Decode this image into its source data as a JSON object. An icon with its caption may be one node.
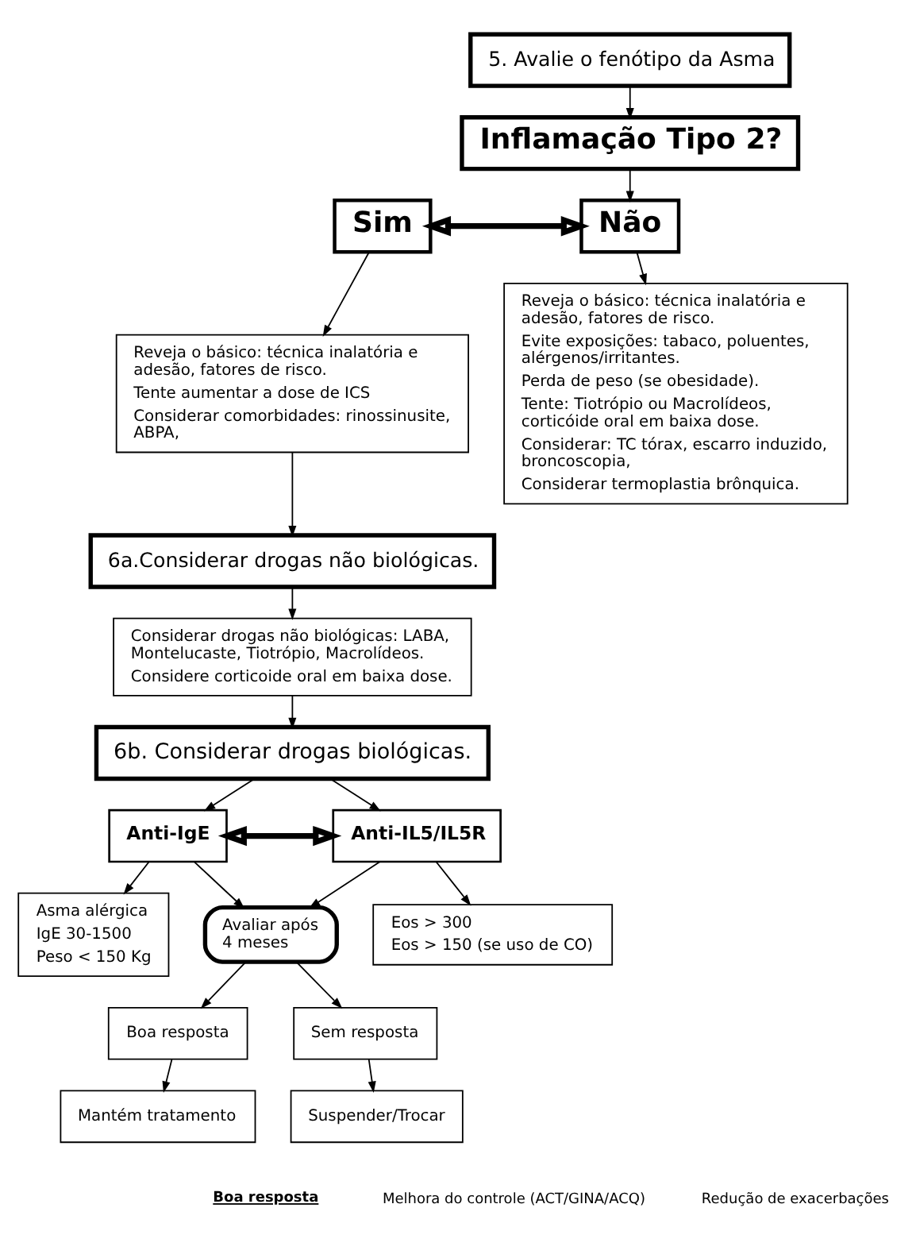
{
  "diagram": {
    "nodes": [
      {
        "text": [
          "5. Avalie o fenótipo da Asma"
        ]
      },
      {
        "text": [
          "Inflamação Tipo 2?"
        ]
      },
      {
        "text": [
          "Sim"
        ]
      },
      {
        "text": [
          "Não"
        ]
      },
      {
        "text": [
          "Reveja o básico: técnica inalatória e adesão, fatores de risco.",
          "Tente aumentar a dose de ICS",
          "Considerar comorbidades: rinossinusite, ABPA,"
        ]
      },
      {
        "text": [
          "Reveja o básico: técnica inalatória e adesão, fatores de risco.",
          "Evite exposições: tabaco, poluentes, alérgenos/irritantes.",
          "Perda de peso (se obesidade).",
          "Tente: Tiotrópio ou Macrolídeos, corticóide oral em baixa dose.",
          "Considerar: TC tórax, escarro induzido, broncoscopia,",
          "Considerar termoplastia brônquica."
        ]
      },
      {
        "text": [
          "6a.Considerar drogas não biológicas."
        ]
      },
      {
        "text": [
          "Considerar drogas não biológicas: LABA, Montelucaste, Tiotrópio, Macrolídeos.",
          "Considere corticoide oral em baixa dose."
        ]
      },
      {
        "text": [
          "6b. Considerar drogas biológicas."
        ]
      },
      {
        "text": [
          "Anti-IgE"
        ]
      },
      {
        "text": [
          "Anti-IL5/IL5R"
        ]
      },
      {
        "text": [
          "Asma alérgica",
          "IgE 30-1500",
          "Peso < 150 Kg"
        ]
      },
      {
        "text": [
          "Avaliar após 4 meses"
        ]
      },
      {
        "text": [
          "Eos > 300",
          "Eos > 150 (se uso de CO)"
        ]
      },
      {
        "text": [
          "Boa resposta"
        ]
      },
      {
        "text": [
          "Sem resposta"
        ]
      },
      {
        "text": [
          "Mantém tratamento"
        ]
      },
      {
        "text": [
          "Suspender/Trocar"
        ]
      }
    ],
    "edges": [
      {
        "from": 0,
        "to": 1,
        "arrow": "to"
      },
      {
        "from": 1,
        "to": 3,
        "arrow": "to"
      },
      {
        "from": 2,
        "to": 3,
        "arrow": "both",
        "style": "thick"
      },
      {
        "from": 2,
        "to": 4,
        "arrow": "to"
      },
      {
        "from": 3,
        "to": 5,
        "arrow": "to"
      },
      {
        "from": 4,
        "to": 6,
        "arrow": "to"
      },
      {
        "from": 6,
        "to": 7,
        "arrow": "to"
      },
      {
        "from": 7,
        "to": 8,
        "arrow": "to"
      },
      {
        "from": 8,
        "to": 9,
        "arrow": "to"
      },
      {
        "from": 8,
        "to": 10,
        "arrow": "to"
      },
      {
        "from": 9,
        "to": 10,
        "arrow": "both",
        "style": "thick"
      },
      {
        "from": 9,
        "to": 11,
        "arrow": "to"
      },
      {
        "from": 9,
        "to": 12,
        "arrow": "to"
      },
      {
        "from": 10,
        "to": 12,
        "arrow": "to"
      },
      {
        "from": 10,
        "to": 13,
        "arrow": "to"
      },
      {
        "from": 12,
        "to": 14,
        "arrow": "to"
      },
      {
        "from": 12,
        "to": 15,
        "arrow": "to"
      },
      {
        "from": 14,
        "to": 16,
        "arrow": "to"
      },
      {
        "from": 15,
        "to": 17,
        "arrow": "to"
      }
    ],
    "labels": [
      "Boa resposta",
      "Melhora do controle (ACT/GINA/ACQ)",
      "Redução de exacerbações"
    ]
  }
}
